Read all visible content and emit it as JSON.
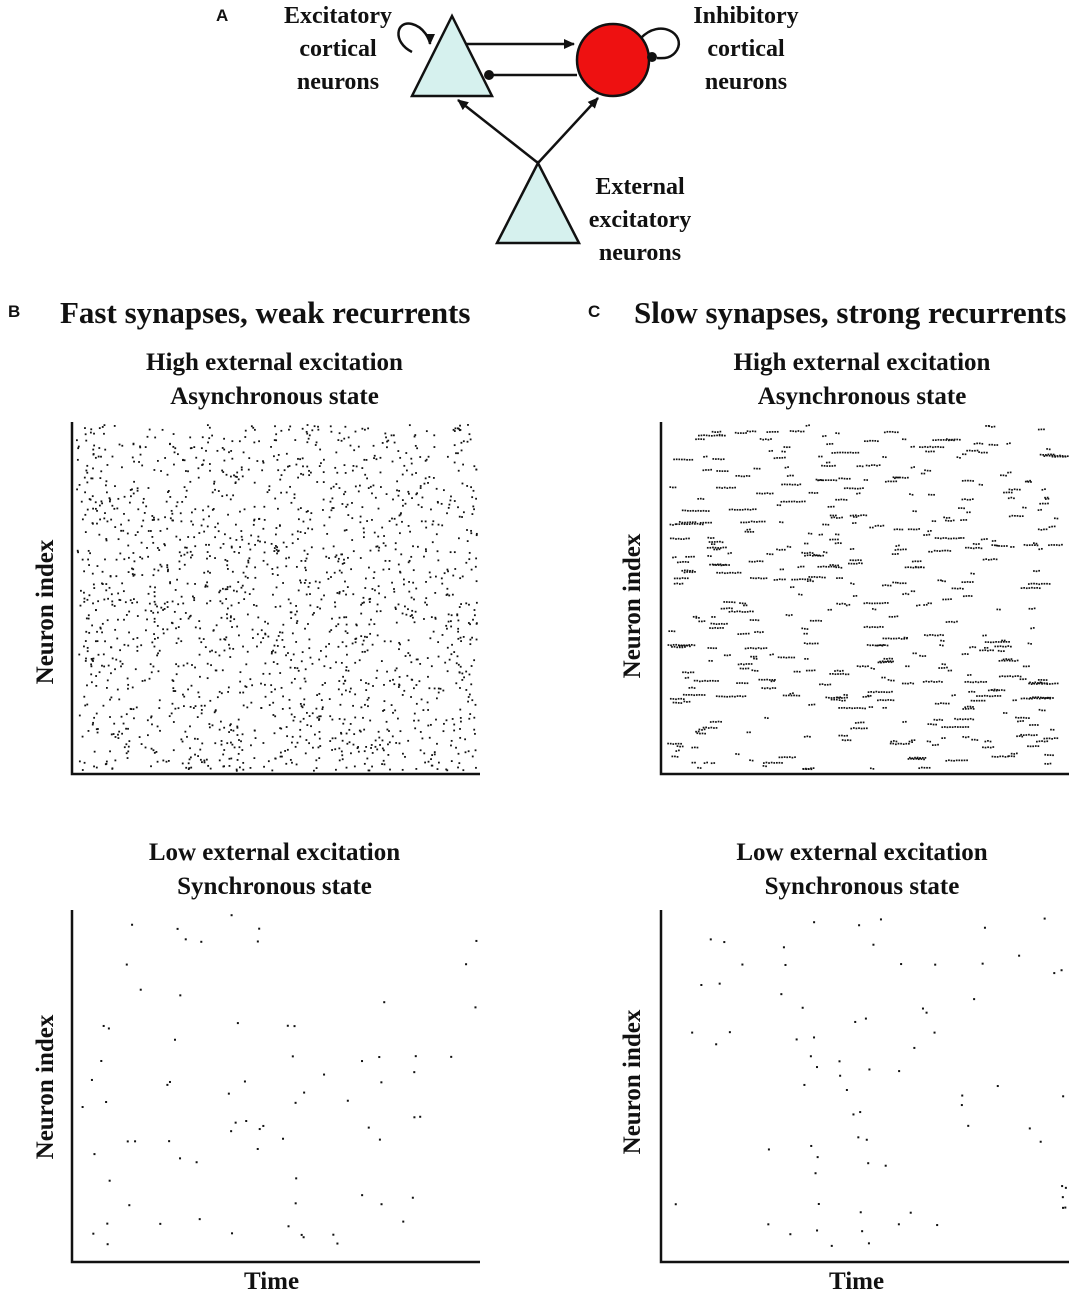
{
  "panel_a": {
    "letter": "A",
    "excitatory_label": [
      "Excitatory",
      "cortical",
      "neurons"
    ],
    "inhibitory_label": [
      "Inhibitory",
      "cortical",
      "neurons"
    ],
    "external_label": [
      "External",
      "excitatory",
      "neurons"
    ],
    "colors": {
      "excitatory_fill": "#d6f1ee",
      "inhibitory_fill": "#ee1111",
      "stroke": "#111111"
    }
  },
  "panel_b": {
    "letter": "B",
    "title": "Fast synapses, weak recurrents",
    "top_plot": {
      "title_line1": "High external excitation",
      "title_line2": "Asynchronous state",
      "ylabel": "Neuron index",
      "state": "asynchronous",
      "pattern": "dense-uniform"
    },
    "bottom_plot": {
      "title_line1": "Low external excitation",
      "title_line2": "Synchronous state",
      "ylabel": "Neuron index",
      "xlabel": "Time",
      "state": "synchronous",
      "pattern": "sparse"
    }
  },
  "panel_c": {
    "letter": "C",
    "title": "Slow synapses, strong recurrents",
    "top_plot": {
      "title_line1": "High external excitation",
      "title_line2": "Asynchronous state",
      "ylabel": "Neuron index",
      "state": "asynchronous",
      "pattern": "bursty-horizontal"
    },
    "bottom_plot": {
      "title_line1": "Low external excitation",
      "title_line2": "Synchronous state",
      "ylabel": "Neuron index",
      "xlabel": "Time",
      "state": "synchronous",
      "pattern": "sparse"
    }
  }
}
